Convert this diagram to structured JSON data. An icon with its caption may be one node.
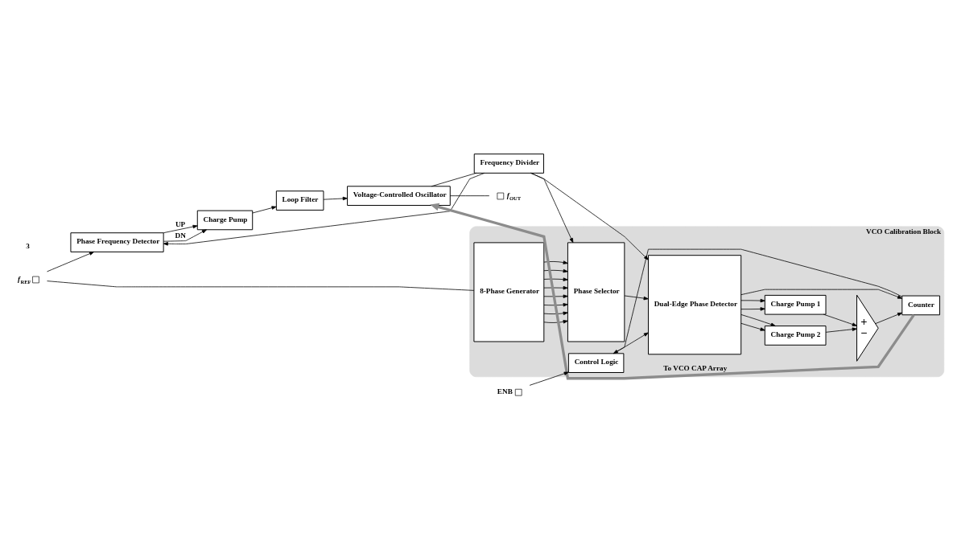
{
  "diagram": {
    "nodes": [
      {
        "text": [
          "*f*$_{REF}$"
        ]
      },
      {
        "text": [
          "Phase Frequency Detector"
        ]
      },
      {
        "text": [
          "Charge Pump"
        ]
      },
      {
        "text": [
          "Loop Filter"
        ]
      },
      {
        "text": [
          "Voltage-Controlled Oscillator"
        ]
      },
      {
        "text": [
          "*f*$_{OUT}$"
        ]
      },
      {
        "text": [
          "Frequency Divider"
        ]
      },
      {
        "text": [
          "VCO Calibration Block"
        ]
      },
      {
        "text": [
          "8-Phase Generator"
        ],
        "in": 7
      },
      {
        "text": [
          "Phase Selector"
        ],
        "in": 7
      },
      {
        "text": [
          "Dual-Edge Phase Detector"
        ],
        "in": 7
      },
      {
        "text": [
          "Charge Pump 2"
        ],
        "in": 7
      },
      {
        "text": [
          "Charge Pump 1"
        ],
        "in": 7
      },
      {
        "text": [
          "+",
          "−"
        ],
        "in": 7
      },
      {
        "text": [
          "Control Logic"
        ],
        "in": 7
      },
      {
        "text": [
          "Counter"
        ],
        "in": 7
      },
      {
        "text": [
          "ENB"
        ]
      }
    ],
    "edges": [
      {
        "from": 0,
        "to": 1,
        "arrow": "to"
      },
      {
        "from": 0,
        "to": 8,
        "arrow": "none"
      },
      {
        "from": 1,
        "to": 2,
        "arrow": "to",
        "label": "UP"
      },
      {
        "from": 1,
        "to": 2,
        "arrow": "to",
        "label": "DN"
      },
      {
        "from": 2,
        "to": 3,
        "arrow": "to"
      },
      {
        "from": 3,
        "to": 4,
        "arrow": "to"
      },
      {
        "from": 4,
        "to": 5,
        "arrow": "none"
      },
      {
        "from": 4,
        "to": 6,
        "arrow": "none"
      },
      {
        "from": 6,
        "to": 1,
        "arrow": "to"
      },
      {
        "from": 6,
        "to": 9,
        "arrow": "to"
      },
      {
        "from": 6,
        "to": 10,
        "arrow": "to"
      },
      {
        "from": 8,
        "to": 9,
        "arrow": "to"
      },
      {
        "from": 8,
        "to": 9,
        "arrow": "to"
      },
      {
        "from": 8,
        "to": 9,
        "arrow": "to"
      },
      {
        "from": 8,
        "to": 9,
        "arrow": "to"
      },
      {
        "from": 8,
        "to": 9,
        "arrow": "to"
      },
      {
        "from": 8,
        "to": 9,
        "arrow": "to"
      },
      {
        "from": 8,
        "to": 9,
        "arrow": "to"
      },
      {
        "from": 8,
        "to": 9,
        "arrow": "to"
      },
      {
        "from": 9,
        "to": 10,
        "arrow": "to"
      },
      {
        "from": 10,
        "to": 11,
        "arrow": "to"
      },
      {
        "from": 10,
        "to": 11,
        "arrow": "to"
      },
      {
        "from": 10,
        "to": 12,
        "arrow": "to"
      },
      {
        "from": 10,
        "to": 12,
        "arrow": "to"
      },
      {
        "from": 11,
        "to": 13,
        "arrow": "to"
      },
      {
        "from": 12,
        "to": 13,
        "arrow": "to"
      },
      {
        "from": 13,
        "to": 15,
        "arrow": "to"
      },
      {
        "from": 10,
        "to": 15,
        "arrow": "to"
      },
      {
        "from": 16,
        "to": 14,
        "arrow": "to"
      },
      {
        "from": 14,
        "to": 10,
        "arrow": "to"
      },
      {
        "from": 15,
        "to": 14,
        "arrow": "to"
      },
      {
        "from": 15,
        "to": 4,
        "arrow": "to",
        "style": "thick",
        "color": "#8c8c8c",
        "label": "To VCO CAP Array"
      }
    ],
    "labels": [
      "3"
    ]
  }
}
